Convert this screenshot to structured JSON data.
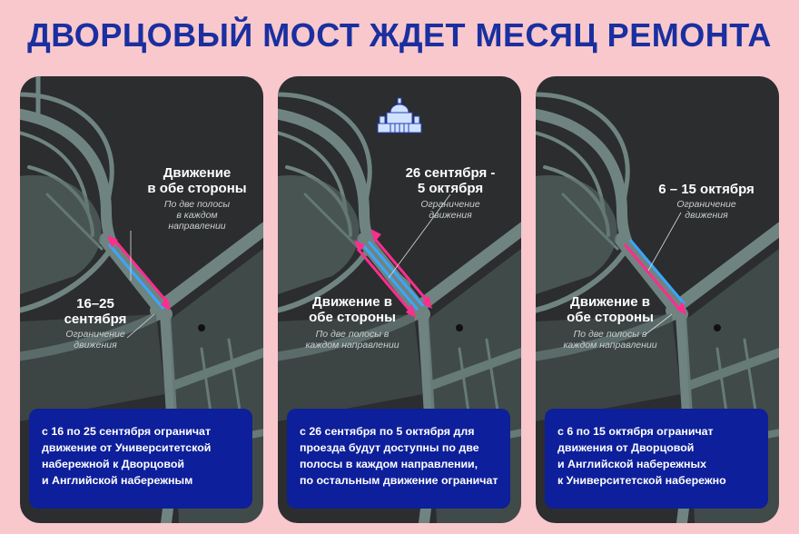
{
  "title": "ДВОРЦОВЫЙ МОСТ ЖДЕТ МЕСЯЦ РЕМОНТА",
  "colors": {
    "background": "#f8c8cc",
    "title": "#1a2fa0",
    "map_bg": "#2b2d2f",
    "road": "#6f8480",
    "panel": "#0d1f9a",
    "arrow_pink": "#ff2d8e",
    "arrow_blue": "#3aa6ff"
  },
  "cards": [
    {
      "label_a": [
        "Движение",
        "в обе стороны"
      ],
      "sub_a": [
        "По две полосы",
        "в каждом",
        "направлении"
      ],
      "label_b": [
        "16–25",
        "сентября"
      ],
      "sub_b": [
        "Ограничение",
        "движения"
      ],
      "info": [
        "с 16 по 25 сентября ограничат",
        "движение от Университетской",
        "набережной к Дворцовой",
        "и Английской набережным"
      ]
    },
    {
      "label_a": [
        "26 сентября -",
        "5 октября"
      ],
      "sub_a": [
        "Ограничение",
        "движения"
      ],
      "label_b": [
        "Движение в",
        "обе стороны"
      ],
      "sub_b": [
        "По две полосы в",
        "каждом направлении"
      ],
      "icon": "cathedral-icon",
      "info": [
        "с 26 сентября по 5 октября для",
        "проезда будут доступны по две",
        "полосы в каждом направлении,",
        "по остальным движение ограничат"
      ]
    },
    {
      "label_a": [
        "6 – 15 октября"
      ],
      "sub_a": [
        "Ограничение",
        "движения"
      ],
      "label_b": [
        "Движение в",
        "обе стороны"
      ],
      "sub_b": [
        "По две полосы в",
        "каждом направлении"
      ],
      "info": [
        "с 6 по 15 октября ограничат",
        "движения от Дворцовой",
        "и Английской набережных",
        "к Университетской набережно"
      ]
    }
  ]
}
